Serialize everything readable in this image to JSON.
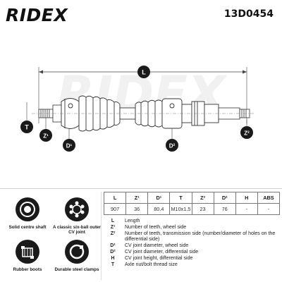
{
  "header": {
    "brand": "RIDEX",
    "part_number": "13D0454"
  },
  "drawing": {
    "dimension_labels": {
      "length": "L",
      "teeth_wheel": "Z¹",
      "teeth_diff": "Z²",
      "joint_wheel": "D¹",
      "joint_diff": "D²",
      "thread": "T"
    },
    "watermark": "RIDEX"
  },
  "features": [
    {
      "label": "Solid centre shaft",
      "icon": "solid-shaft-icon"
    },
    {
      "label": "A classic six-ball outer CV joint",
      "icon": "six-ball-joint-icon"
    },
    {
      "label": "Rubber boots",
      "icon": "rubber-boot-icon"
    },
    {
      "label": "Durable steel clamps",
      "icon": "steel-clamp-icon"
    }
  ],
  "spec_table": {
    "headers": [
      "L",
      "Z¹",
      "D¹",
      "T",
      "Z²",
      "D²",
      "H",
      "ABS"
    ],
    "values": [
      "907",
      "36",
      "80.4",
      "M10x1.5",
      "23",
      "76",
      "-",
      "-"
    ]
  },
  "legend": [
    {
      "sym": "L",
      "desc": "Length"
    },
    {
      "sym": "Z¹",
      "desc": "Number of teeth, wheel side"
    },
    {
      "sym": "Z²",
      "desc": "Number of teeth, transmission side (number/diameter of holes on the differential side)"
    },
    {
      "sym": "D¹",
      "desc": "CV joint diameter, wheel side"
    },
    {
      "sym": "D²",
      "desc": "CV joint diameter, differential side"
    },
    {
      "sym": "H",
      "desc": "CV joint height, differential side"
    },
    {
      "sym": "T",
      "desc": "Axle nut/bolt thread size"
    }
  ],
  "colors": {
    "ink": "#1a1a1a",
    "background": "#ffffff",
    "watermark": "#000000"
  }
}
